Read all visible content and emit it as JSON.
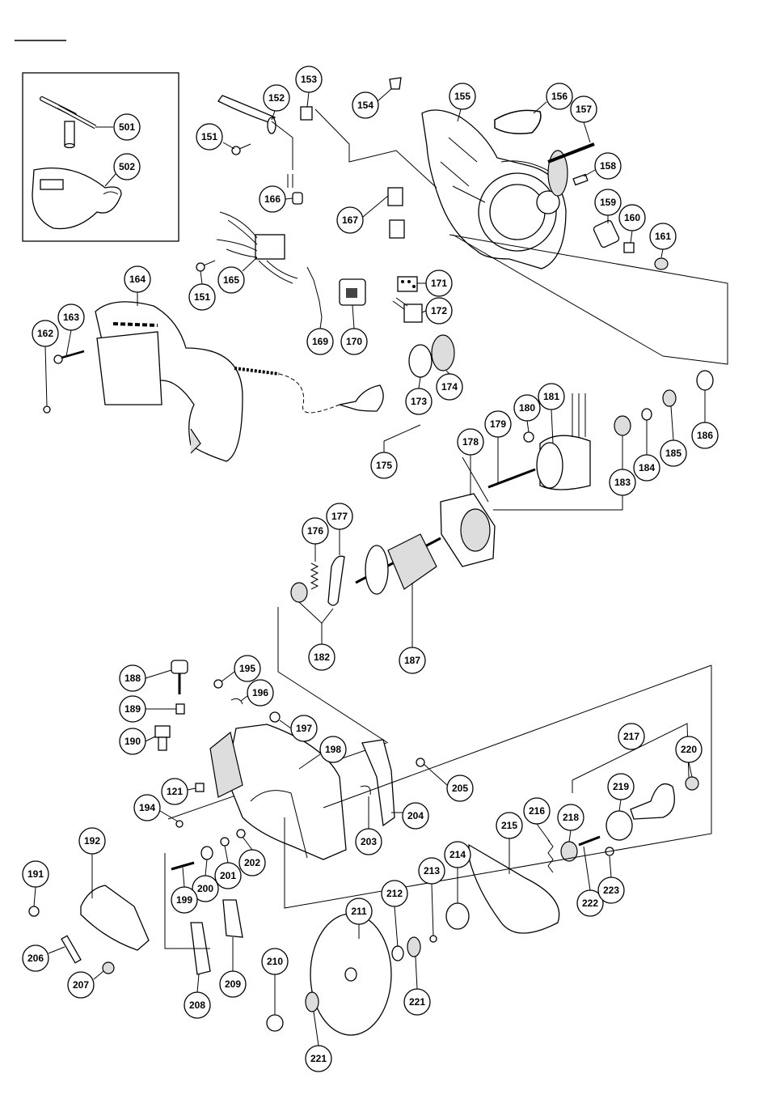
{
  "callouts": [
    "501",
    "502",
    "151",
    "152",
    "153",
    "154",
    "155",
    "156",
    "157",
    "158",
    "159",
    "160",
    "161",
    "166",
    "167",
    "165",
    "151",
    "169",
    "170",
    "171",
    "172",
    "164",
    "163",
    "162",
    "173",
    "174",
    "175",
    "186",
    "185",
    "184",
    "183",
    "180",
    "181",
    "179",
    "178",
    "176",
    "177",
    "182",
    "187",
    "188",
    "195",
    "196",
    "189",
    "197",
    "190",
    "198",
    "121",
    "194",
    "205",
    "204",
    "203",
    "217",
    "220",
    "219",
    "218",
    "192",
    "191",
    "200",
    "199",
    "201",
    "202",
    "215",
    "216",
    "214",
    "213",
    "212",
    "211",
    "221",
    "222",
    "223",
    "206",
    "207",
    "208",
    "209",
    "210",
    "221"
  ]
}
